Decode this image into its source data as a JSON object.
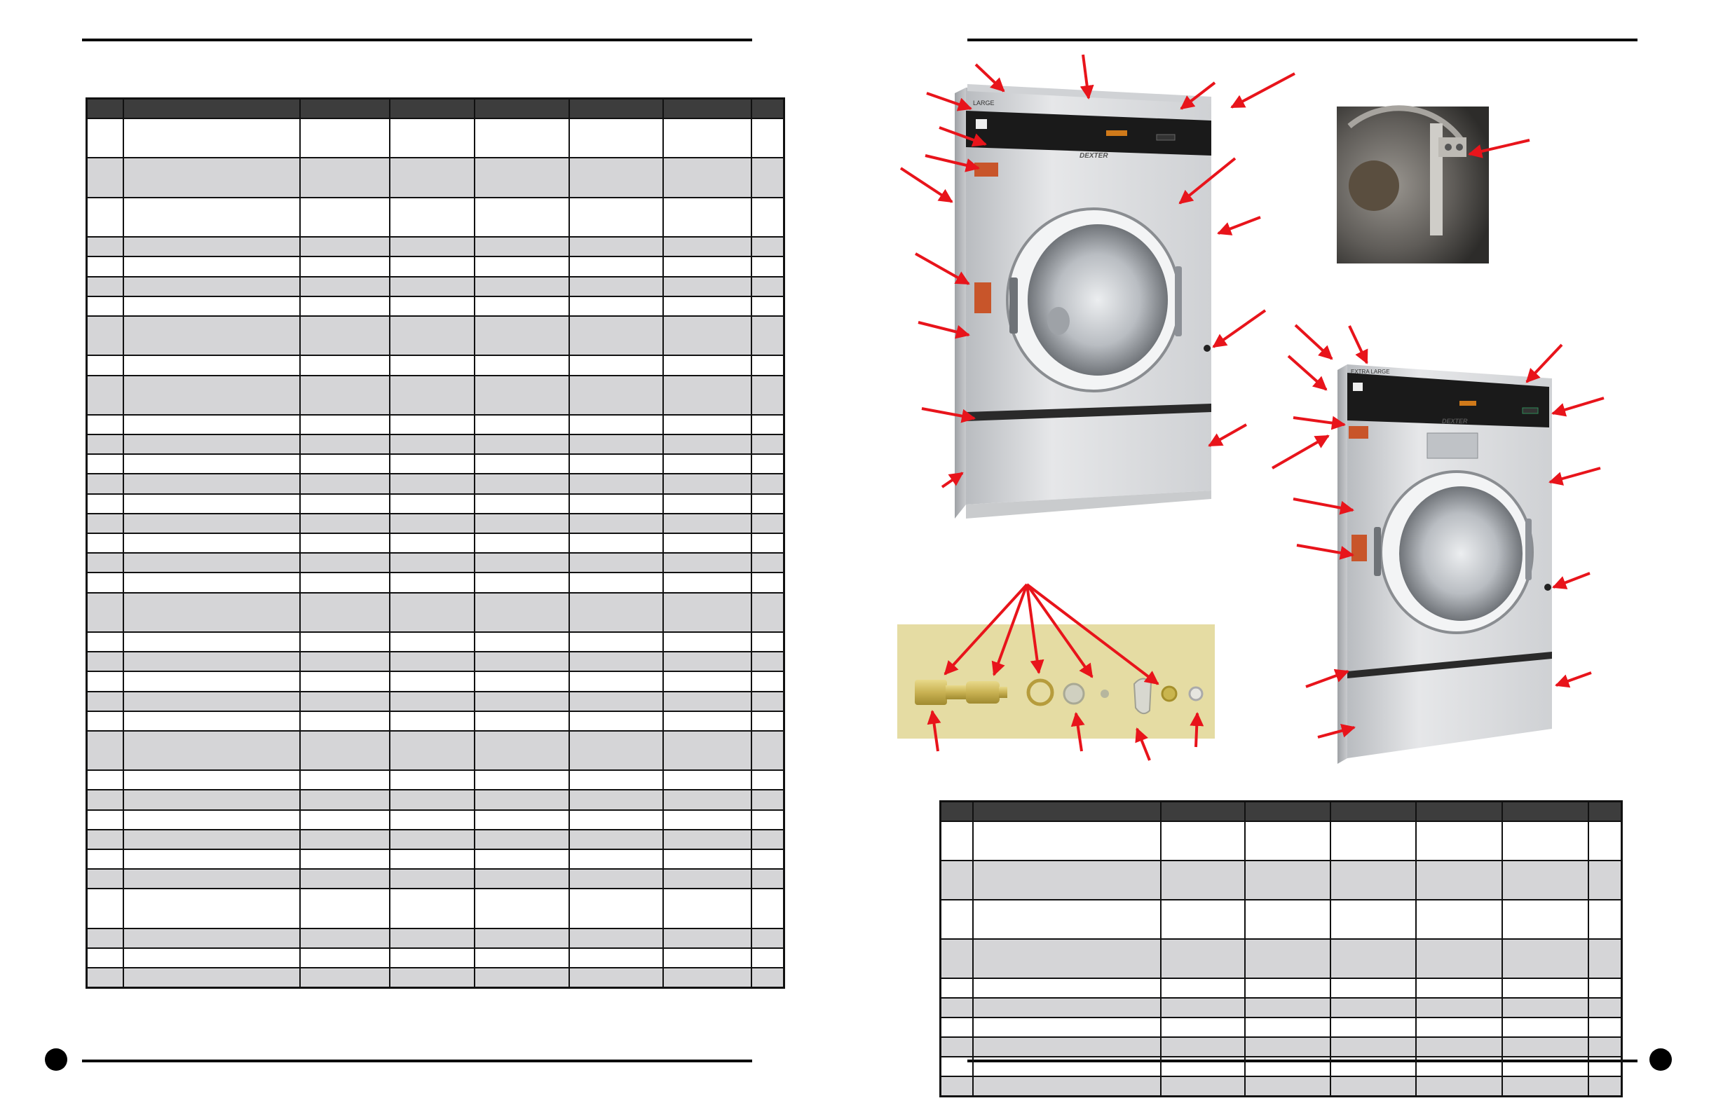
{
  "page": {
    "left": {
      "table": {
        "headers": [
          "",
          "",
          "",
          "",
          "",
          "",
          "",
          ""
        ],
        "row_units": [
          2,
          2,
          2,
          1,
          1,
          1,
          1,
          2,
          1,
          2,
          1,
          1,
          1,
          1,
          1,
          1,
          1,
          1,
          1,
          2,
          1,
          1,
          1,
          1,
          1,
          2,
          1,
          1,
          1,
          1,
          1,
          1,
          2,
          1,
          1,
          1
        ]
      }
    },
    "right": {
      "table": {
        "headers": [
          "",
          "",
          "",
          "",
          "",
          "",
          "",
          ""
        ],
        "row_units": [
          2,
          2,
          2,
          2,
          1,
          1,
          1,
          1,
          1,
          1
        ]
      },
      "photos": {
        "large_washer_label": "LARGE",
        "xl_washer_label": "EXTRA LARGE",
        "brand": "DEXTER"
      }
    },
    "colors": {
      "callout_arrow": "#e8141b",
      "header_fill": "#3d3d3d",
      "row_shade": "#d5d5d7"
    }
  }
}
